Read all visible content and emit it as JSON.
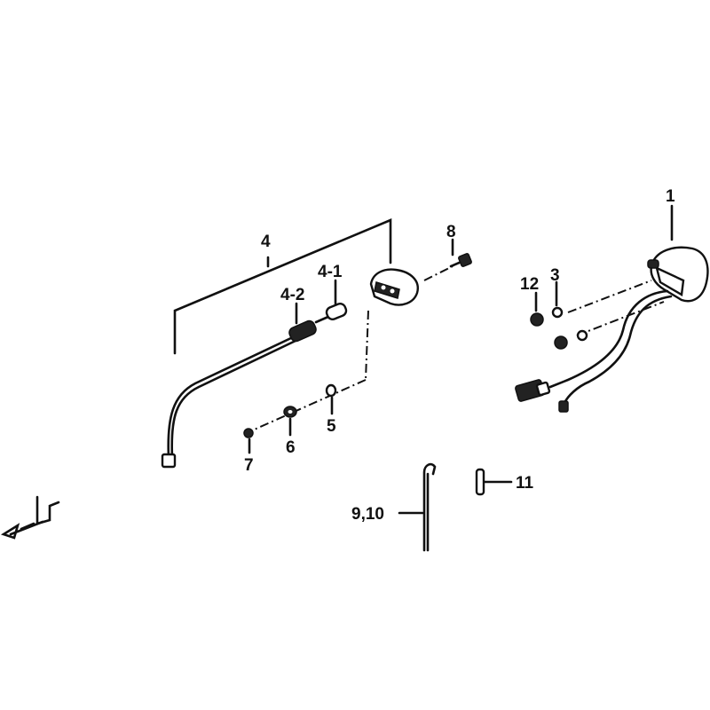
{
  "labels": {
    "p1": "1",
    "p3": "3",
    "p4": "4",
    "p4_1": "4-1",
    "p4_2": "4-2",
    "p5": "5",
    "p6": "6",
    "p7": "7",
    "p8": "8",
    "p9_10": "9,10",
    "p11": "11",
    "p12": "12"
  }
}
